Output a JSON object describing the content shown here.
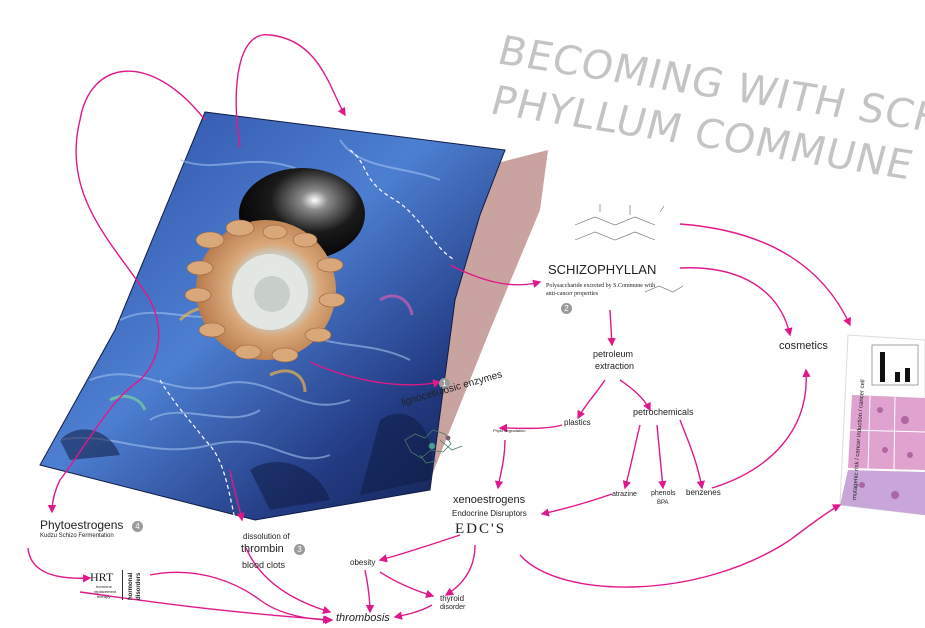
{
  "title": {
    "line1": "BECOMING WITH SCHIZO-",
    "line2": "PHYLLUM COMMUNE"
  },
  "nodes": {
    "schizophyllan": "SCHIZOPHYLLAN",
    "schizophyllan_desc": "Polysaccharide excreted by S.Commune with anti-cancer properties",
    "petroleum_extraction_1": "petroleum",
    "petroleum_extraction_2": "extraction",
    "cosmetics": "cosmetics",
    "lignocellulosic": "lignocellulosic enzymes",
    "plastics": "plastics",
    "petrochemicals": "petrochemicals",
    "phytodegradation": "Phyto degradation",
    "xenoestrogens": "xenoestrogens",
    "endocrine": "Endocrine Disruptors",
    "edcs": "EDC'S",
    "atrazine": "atrazine",
    "phenols": "phenols",
    "bpa": "BPA",
    "benzenes": "benzenes",
    "phytoestrogens": "Phytoestrogens",
    "kudzu": "Kudzu Schizo Fermentation",
    "hrt": "HRT",
    "hrt_sub1": "hormone",
    "hrt_sub2": "replacement",
    "hrt_sub3": "therapy",
    "hormone_side1": "hormonal",
    "hormone_side2": "disorders",
    "dissolution_1": "dissolution of",
    "thrombin": "thrombin",
    "blood_clots": "blood clots",
    "obesity": "obesity",
    "thyroid_1": "thyroid",
    "thyroid_2": "disorder",
    "thrombosis": "thrombosis",
    "cancer_vertical": "mutagenic risk / cancer induction / cancer cell"
  },
  "badges": {
    "b1": "1",
    "b2": "2",
    "b3": "3",
    "b4": "4"
  },
  "colors": {
    "arrow": "#e0198a",
    "map_dark": "#1b2e66",
    "map_mid": "#3f6bc2",
    "map_light": "#8fb3e8",
    "shadow": "#c9a3a0",
    "title_grey": "#c4c4c4",
    "mushroom": "#d9a87a",
    "histology": "#d9a0c8"
  }
}
